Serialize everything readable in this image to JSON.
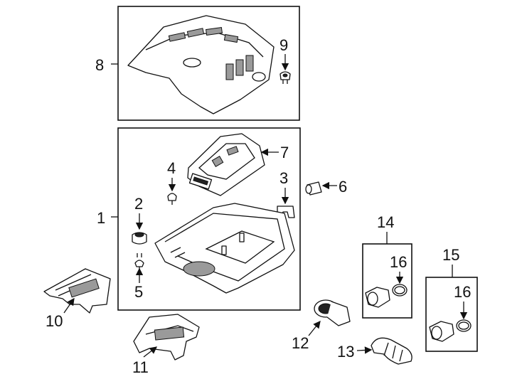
{
  "diagram": {
    "callouts": [
      {
        "id": "1",
        "text": "1"
      },
      {
        "id": "2",
        "text": "2"
      },
      {
        "id": "3",
        "text": "3"
      },
      {
        "id": "4",
        "text": "4"
      },
      {
        "id": "5",
        "text": "5"
      },
      {
        "id": "6",
        "text": "6"
      },
      {
        "id": "7",
        "text": "7"
      },
      {
        "id": "8",
        "text": "8"
      },
      {
        "id": "9",
        "text": "9"
      },
      {
        "id": "10",
        "text": "10"
      },
      {
        "id": "11",
        "text": "11"
      },
      {
        "id": "12",
        "text": "12"
      },
      {
        "id": "13",
        "text": "13"
      },
      {
        "id": "14",
        "text": "14"
      },
      {
        "id": "15",
        "text": "15"
      },
      {
        "id": "16a",
        "text": "16"
      },
      {
        "id": "16b",
        "text": "16"
      }
    ]
  }
}
